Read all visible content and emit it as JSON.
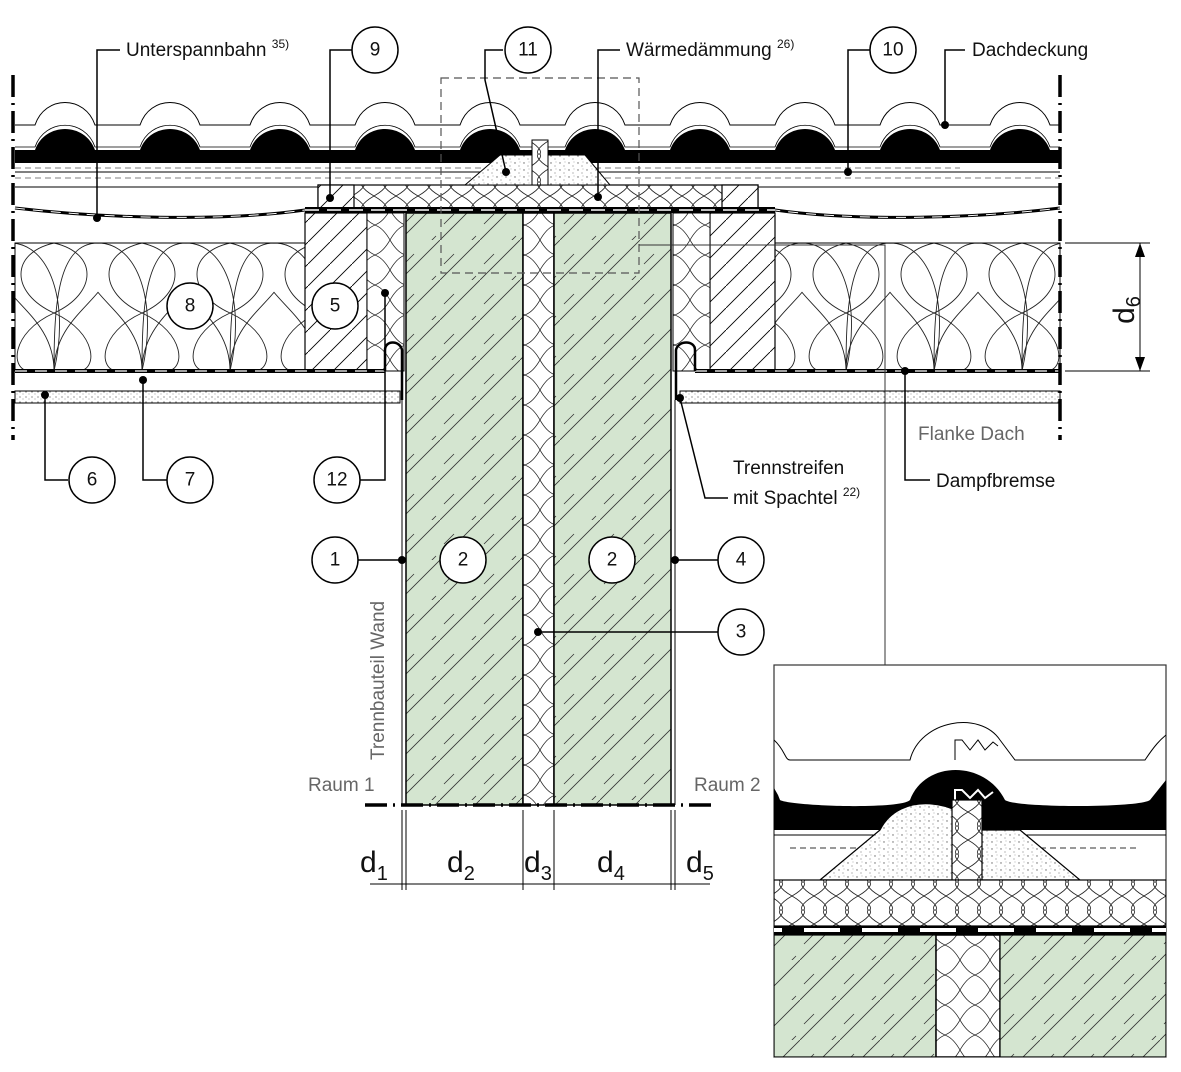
{
  "title": "Anschluss Trennwand an geneigtes Dach – Schnitt",
  "colors": {
    "concrete_fill": "#d4e5d0",
    "line": "#000000",
    "gray_text": "#666666"
  },
  "labels": {
    "unterspannbahn": "Unterspannbahn",
    "unterspannbahn_note": "35)",
    "waermedaemmung": "Wärmedämmung",
    "waermedaemmung_note": "26)",
    "dachdeckung": "Dachdeckung",
    "trennstreifen_line1": "Trennstreifen",
    "trennstreifen_line2": "mit Spachtel",
    "trennstreifen_note": "22)",
    "dampfbremse": "Dampfbremse",
    "flanke_dach": "Flanke Dach",
    "trennbauteil_wand": "Trennbauteil Wand",
    "raum1": "Raum 1",
    "raum2": "Raum 2"
  },
  "callouts": [
    "1",
    "2",
    "2",
    "3",
    "4",
    "5",
    "6",
    "7",
    "8",
    "9",
    "10",
    "11",
    "12"
  ],
  "dimensions": {
    "d1": {
      "base": "d",
      "sub": "1"
    },
    "d2": {
      "base": "d",
      "sub": "2"
    },
    "d3": {
      "base": "d",
      "sub": "3"
    },
    "d4": {
      "base": "d",
      "sub": "4"
    },
    "d5": {
      "base": "d",
      "sub": "5"
    },
    "d6": {
      "base": "d",
      "sub": "6"
    }
  }
}
